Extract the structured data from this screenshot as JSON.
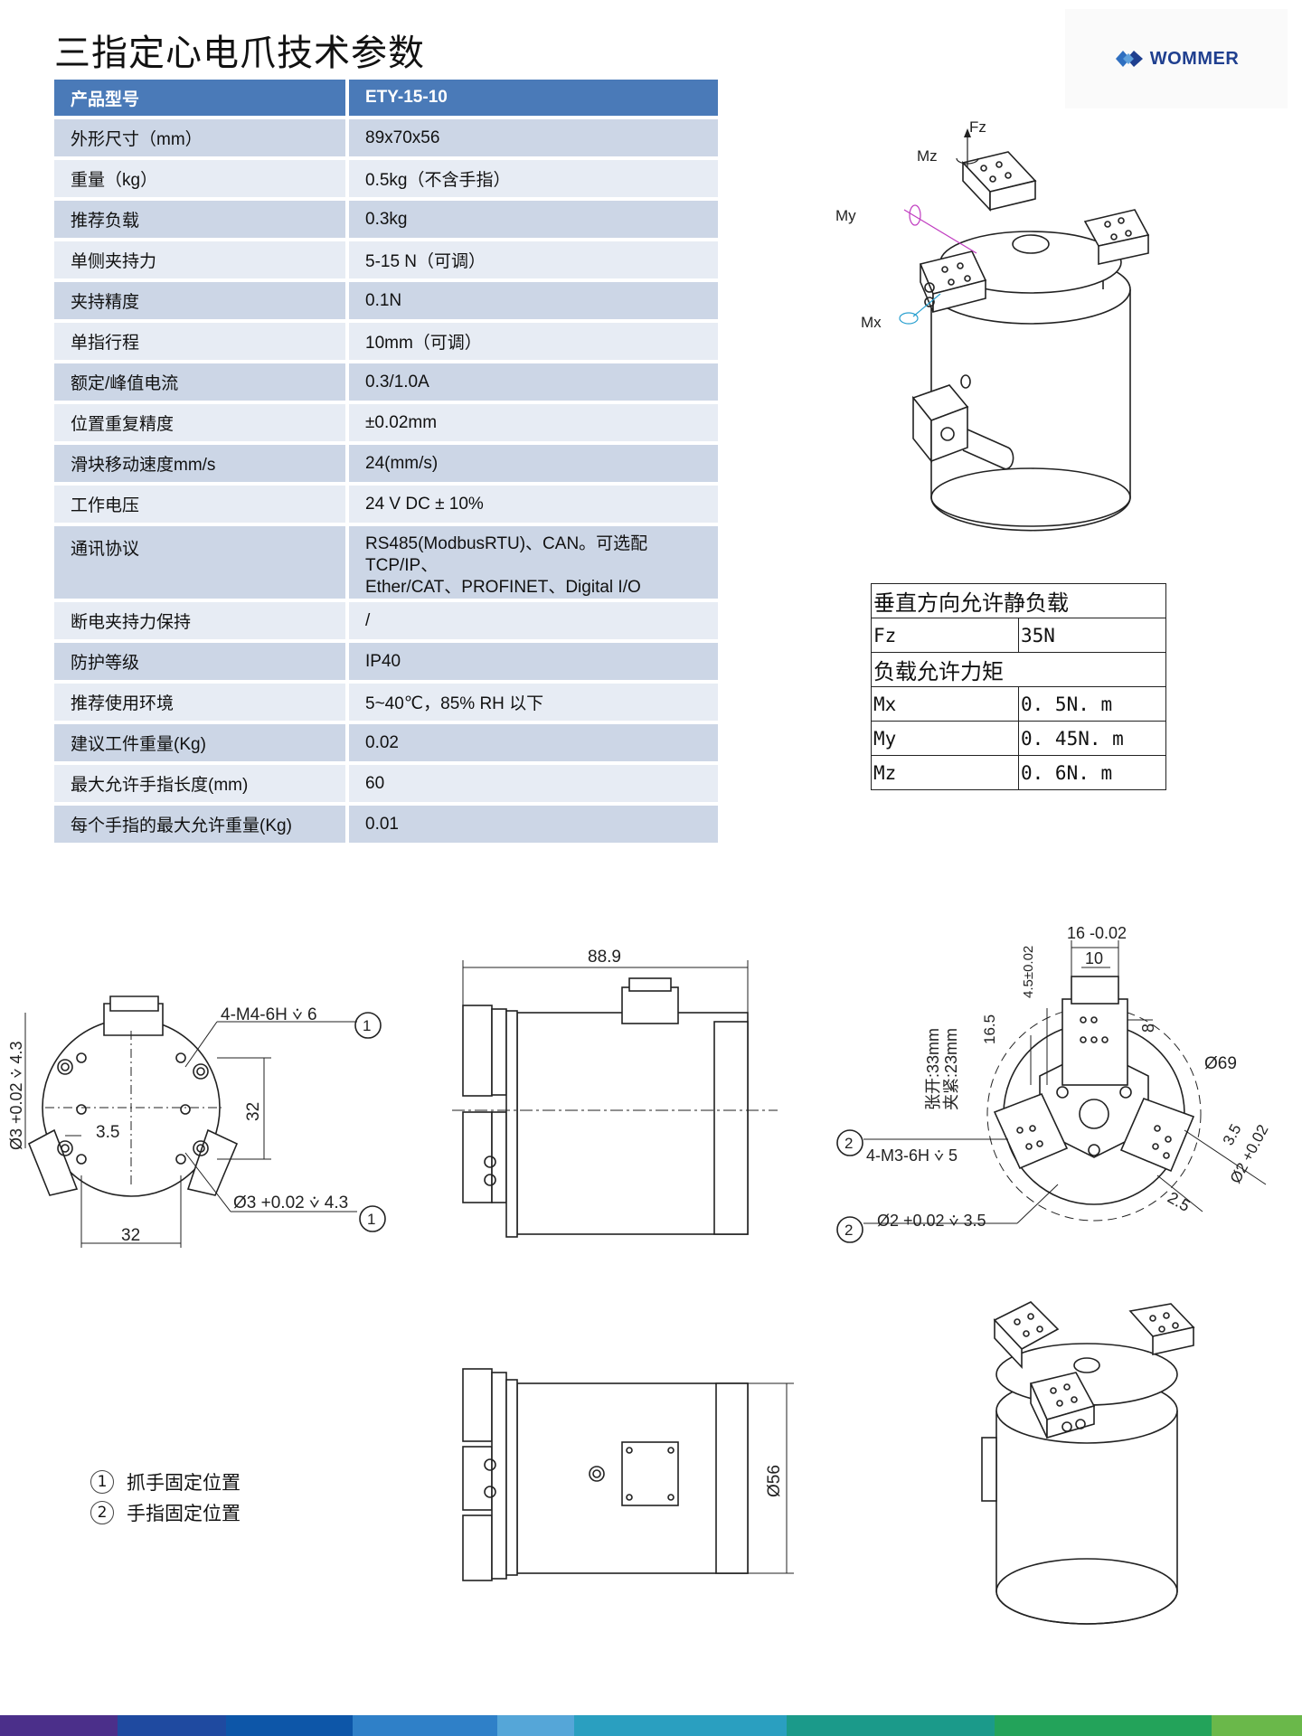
{
  "title": "三指定心电爪技术参数",
  "logo": {
    "text": "WOMMER"
  },
  "spec": {
    "header": {
      "key": "产品型号",
      "value": "ETY-15-10"
    },
    "rows": [
      {
        "key": "外形尺寸（mm）",
        "value": "89x70x56"
      },
      {
        "key": "重量（kg）",
        "value": "0.5kg（不含手指）"
      },
      {
        "key": "推荐负载",
        "value": "0.3kg"
      },
      {
        "key": "单侧夹持力",
        "value": "5-15 N（可调）"
      },
      {
        "key": "夹持精度",
        "value": "0.1N"
      },
      {
        "key": "单指行程",
        "value": "10mm（可调）"
      },
      {
        "key": "额定/峰值电流",
        "value": "0.3/1.0A"
      },
      {
        "key": "位置重复精度",
        "value": "±0.02mm"
      },
      {
        "key": "滑块移动速度mm/s",
        "value": "24(mm/s)"
      },
      {
        "key": "工作电压",
        "value": "24 V DC ± 10%"
      },
      {
        "key": "通讯协议",
        "value": " RS485(ModbusRTU)、CAN。可选配TCP/IP、",
        "value2": "Ether/CAT、PROFINET、Digital I/O"
      },
      {
        "key": "断电夹持力保持",
        "value": "/"
      },
      {
        "key": "防护等级",
        "value": "IP40"
      },
      {
        "key": "推荐使用环境",
        "value": "5~40℃，85% RH 以下"
      },
      {
        "key": "建议工件重量(Kg)",
        "value": "0.02"
      },
      {
        "key": "最大允许手指长度(mm)",
        "value": "60"
      },
      {
        "key": "每个手指的最大允许重量(Kg)",
        "value": "0.01"
      }
    ]
  },
  "load_table": {
    "heading1": "垂直方向允许静负载",
    "fz_label": "Fz",
    "fz_value": "35N",
    "heading2": "负载允许力矩",
    "mx_label": "Mx",
    "mx_value": "0. 5N. m",
    "my_label": "My",
    "my_value": "0. 45N. m",
    "mz_label": "Mz",
    "mz_value": "0. 6N. m"
  },
  "iso_labels": {
    "fz": "Fz",
    "mz": "Mz",
    "my": "My",
    "mx": "Mx"
  },
  "front_view": {
    "dim_left": "Ø3 +0.02 ⩒ 4.3",
    "callout_top": "4-M4-6H ⩒ 6",
    "callout_bottom": "Ø3 +0.02 ⩒ 4.3",
    "dim_32_v": "32",
    "dim_35": "3.5",
    "dim_32_h": "32",
    "marker": "1"
  },
  "side_view": {
    "length": "88.9"
  },
  "top_view": {
    "d16": "16 -0.02",
    "d10": "10",
    "d45": "4.5±0.02",
    "d165": "16.5",
    "open": "张开:33mm",
    "close": "夹紧:23mm",
    "d8": "8",
    "d69": "Ø69",
    "d35": "3.5",
    "d2": "Ø2 +0.02",
    "d25": "2.5",
    "callout_m3": "4-M3-6H ⩒ 5",
    "callout_pin": "Ø2 +0.02 ⩒ 3.5",
    "marker": "2"
  },
  "bottom_view": {
    "dia": "Ø56"
  },
  "legend": [
    {
      "num": "1",
      "label": "抓手固定位置"
    },
    {
      "num": "2",
      "label": "手指固定位置"
    }
  ],
  "colors": {
    "header_blue": "#4a7ab8",
    "row_dark": "#ccd6e6",
    "row_light": "#e7ecf4",
    "bar": [
      "#4b2f8a",
      "#1f4aa0",
      "#0d56a8",
      "#2f80c8",
      "#55a6d8",
      "#2a9fc0",
      "#1b9a8a",
      "#23a35a",
      "#6ab84a"
    ]
  }
}
